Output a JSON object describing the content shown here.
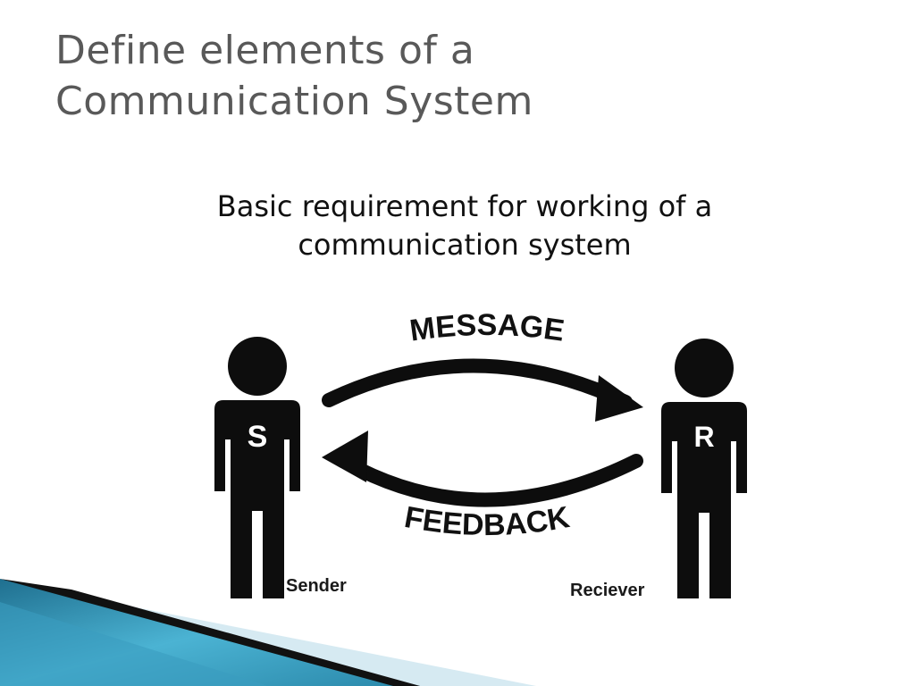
{
  "slide": {
    "title_lines": [
      "Define elements of a",
      "Communication System"
    ],
    "subtitle_lines": [
      "Basic requirement for working of a",
      "communication system"
    ]
  },
  "diagram": {
    "sender": {
      "badge": "S",
      "label": "Sender"
    },
    "receiver": {
      "badge": "R",
      "label": "Reciever"
    },
    "top_arrow_label": "MESSAGE",
    "bottom_arrow_label": "FEEDBACK"
  },
  "colors": {
    "title": "#595959",
    "figure": "#0d0d0d",
    "accent_teal": "#2e8fb0",
    "accent_light": "#cfe6f0"
  }
}
